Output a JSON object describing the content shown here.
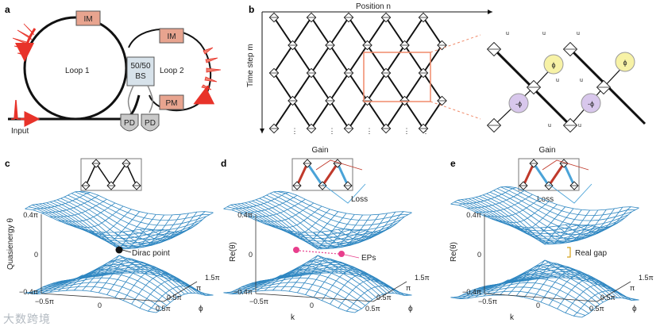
{
  "panels": {
    "a": {
      "letter": "a",
      "loop1": "Loop 1",
      "loop2": "Loop 2",
      "im_left": "IM",
      "im_right": "IM",
      "pm": "PM",
      "bs_line1": "50/50",
      "bs_line2": "BS",
      "pd_left": "PD",
      "pd_right": "PD",
      "input": "Input"
    },
    "b": {
      "letter": "b",
      "position_label": "Position n",
      "time_label": "Time step m",
      "u_n_minus2": "u",
      "phi_label": "ϕ",
      "minus_phi_label": "-ϕ",
      "dots": "⋮"
    },
    "c": {
      "letter": "c",
      "ylabel": "Quasienergy θ",
      "annotation": "Dirac point"
    },
    "d": {
      "letter": "d",
      "ylabel": "Re(θ)",
      "gain": "Gain",
      "loss": "Loss",
      "annotation": "EPs",
      "xlabel": "k"
    },
    "e": {
      "letter": "e",
      "ylabel": "Re(θ)",
      "gain": "Gain",
      "loss": "Loss",
      "annotation": "Real gap",
      "xlabel": "k"
    },
    "axes": {
      "z_top": "0.4π",
      "z_mid": "0",
      "z_bot": "−0.4π",
      "k_neg": "−0.5π",
      "k_zero": "0",
      "k_pos": "0.5π",
      "phi_zero": "0.5π",
      "phi_mid": "π",
      "phi_high": "1.5π",
      "phi_label": "ϕ"
    }
  },
  "watermark": "大数跨境",
  "colors": {
    "im_box": "#e8a48f",
    "bs_box": "#d7e2ea",
    "pd_box": "#c9c9c9",
    "mesh": "#2e86c1",
    "pulse": "#e8332a",
    "phi_circle": "#f7f2a6",
    "minus_phi_circle": "#d8c7ec",
    "highlight_box": "#f08a6a",
    "gain_line": "#c0392b",
    "loss_line": "#4aa3d8",
    "ep_dot": "#e83e8c"
  }
}
